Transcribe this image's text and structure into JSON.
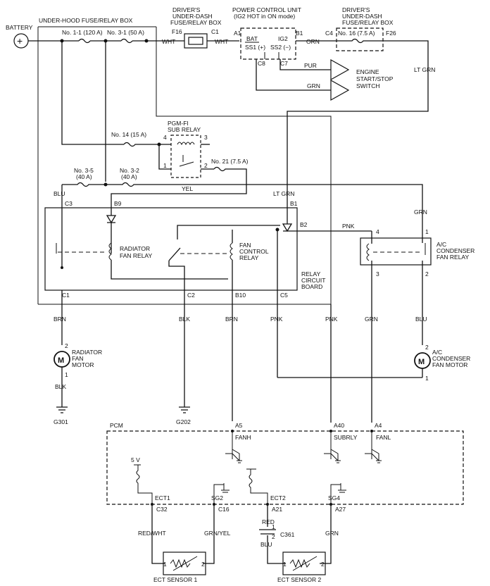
{
  "title_battery": "BATTERY",
  "underhood_box": "UNDER-HOOD FUSE/RELAY BOX",
  "fuse_1_1": "No. 1-1 (120 A)",
  "fuse_3_1": "No. 3-1 (50 A)",
  "dash_box_1": [
    "DRIVER'S",
    "UNDER-DASH",
    "FUSE/RELAY BOX"
  ],
  "pcu_title": [
    "POWER CONTROL UNIT",
    "(IG2 HOT in ON mode)"
  ],
  "dash_box_2": [
    "DRIVER'S",
    "UNDER-DASH",
    "FUSE/RELAY BOX"
  ],
  "fuse_16": "No. 16 (7.5 A)",
  "pins": {
    "f16": "F16",
    "c1": "C1",
    "a1": "A1",
    "b1": "B1",
    "bat": "BAT",
    "ig2": "IG2",
    "ss1": "SS1 (+)",
    "ss2": "SS2 (−)",
    "c8": "C8",
    "c7": "C7",
    "c4": "C4",
    "f26": "F26"
  },
  "wires": {
    "wht1": "WHT",
    "wht2": "WHT",
    "orn": "ORN",
    "pur": "PUR",
    "grn_sw": "GRN",
    "ltgrn_top": "LT GRN",
    "yel": "YEL",
    "ltgrn_mid": "LT GRN",
    "blu_c3": "BLU",
    "grn_relay": "GRN",
    "pnk_b2": "PNK",
    "brn1": "BRN",
    "blk1": "BLK",
    "brn2": "BRN",
    "pnk1": "PNK",
    "pnk2": "PNK",
    "grn2": "GRN",
    "blu2": "BLU",
    "blk_m": "BLK",
    "redwht": "RED/WHT",
    "grnyel": "GRN/YEL",
    "red": "RED",
    "blu3": "BLU",
    "grn3": "GRN"
  },
  "engine_switch": [
    "ENGINE",
    "START/STOP",
    "SWITCH"
  ],
  "pgm_relay": [
    "PGM-FI",
    "SUB RELAY"
  ],
  "fuse_14": "No. 14 (15 A)",
  "fuse_21": "No. 21 (7.5 A)",
  "fuse_3_5": [
    "No. 3-5",
    "(40 A)"
  ],
  "fuse_3_2": [
    "No. 3-2",
    "(40 A)"
  ],
  "relay_pins": {
    "p4": "4",
    "p3": "3",
    "p1": "1",
    "p2": "2",
    "c3": "C3",
    "b9": "B9",
    "b1": "B1",
    "b2": "B2",
    "c1": "C1",
    "c2": "C2",
    "b10": "B10",
    "c5": "C5",
    "ac4": "4",
    "ac1": "1",
    "ac3": "3",
    "ac2": "2"
  },
  "rad_relay": [
    "RADIATOR",
    "FAN RELAY"
  ],
  "fan_ctrl_relay": [
    "FAN",
    "CONTROL",
    "RELAY"
  ],
  "relay_board": [
    "RELAY",
    "CIRCUIT",
    "BOARD"
  ],
  "ac_relay": [
    "A/C",
    "CONDENSER",
    "FAN RELAY"
  ],
  "rad_motor": [
    "RADIATOR",
    "FAN",
    "MOTOR"
  ],
  "ac_motor": [
    "A/C",
    "CONDENSER",
    "FAN MOTOR"
  ],
  "motor_pins": {
    "r2": "2",
    "r1": "1",
    "a2": "2",
    "a1": "1"
  },
  "motor_symbol": "M",
  "grounds": {
    "g301": "G301",
    "g202": "G202"
  },
  "pcm": "PCM",
  "pcm_pins": {
    "a5": "A5",
    "fanh": "FANH",
    "a40": "A40",
    "subrly": "SUBRLY",
    "a4": "A4",
    "fanl": "FANL",
    "v5": "5 V",
    "ect1": "ECT1",
    "sg2": "SG2",
    "ect2": "ECT2",
    "sg4": "SG4",
    "c32": "C32",
    "c16": "C16",
    "a21": "A21",
    "a27": "A27"
  },
  "cap": {
    "c361": "C361",
    "p1": "1",
    "p2": "2"
  },
  "sensor1": {
    "name": "ECT SENSOR 1",
    "p1": "1",
    "p2": "2"
  },
  "sensor2": {
    "name": "ECT SENSOR 2",
    "p1": "1",
    "p2": "2"
  }
}
